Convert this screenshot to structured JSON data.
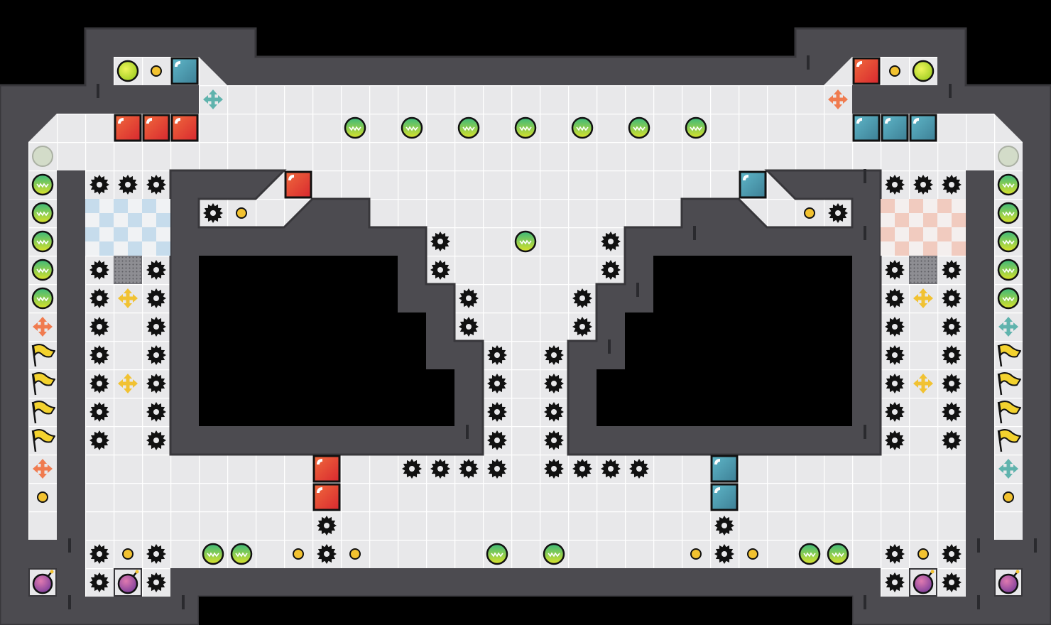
{
  "level": {
    "grid": {
      "cols": 37,
      "rows": 22
    },
    "colors": {
      "background": "#000000",
      "wall": "#4c4b50",
      "wall_edge": "#38373b",
      "floor": "#e8e8ea",
      "floor_line": "#ffffff",
      "gear": "#111111",
      "red_block": "#e7463d",
      "teal_block": "#4f9bb1",
      "coin": "#f2c230",
      "blue_checker": "#c6dcec",
      "pink_checker": "#f1cbbf"
    },
    "legend": {
      "gear": "spiked-gear-icon",
      "coin": "coin-icon",
      "orb": "green-orb-icon",
      "red": "red-block",
      "teal": "teal-block",
      "flag": "yellow-flag-icon",
      "arrow_orange": "orange-move-arrows-icon",
      "arrow_teal": "teal-move-arrows-icon",
      "arrow_yellow": "yellow-move-arrows-icon",
      "bomb": "bomb-icon",
      "switch": "switch-button-icon",
      "gray_circle": "pale-circle-icon",
      "grate": "metal-grate-icon"
    },
    "entities": [
      [
        "switch",
        4,
        2
      ],
      [
        "coin",
        5,
        2
      ],
      [
        "teal",
        6,
        2
      ],
      [
        "red",
        30,
        2
      ],
      [
        "coin",
        31,
        2
      ],
      [
        "switch",
        32,
        2
      ],
      [
        "arrow_teal",
        7,
        3
      ],
      [
        "arrow_orange",
        29,
        3
      ],
      [
        "red",
        4,
        4
      ],
      [
        "red",
        5,
        4
      ],
      [
        "red",
        6,
        4
      ],
      [
        "orb",
        12,
        4
      ],
      [
        "orb",
        14,
        4
      ],
      [
        "orb",
        16,
        4
      ],
      [
        "orb",
        18,
        4
      ],
      [
        "orb",
        20,
        4
      ],
      [
        "orb",
        22,
        4
      ],
      [
        "orb",
        24,
        4
      ],
      [
        "teal",
        30,
        4
      ],
      [
        "teal",
        31,
        4
      ],
      [
        "teal",
        32,
        4
      ],
      [
        "gray_circle",
        1,
        5
      ],
      [
        "gray_circle",
        35,
        5
      ],
      [
        "orb",
        1,
        6
      ],
      [
        "gear",
        3,
        6
      ],
      [
        "gear",
        4,
        6
      ],
      [
        "gear",
        5,
        6
      ],
      [
        "red",
        10,
        6
      ],
      [
        "teal",
        26,
        6
      ],
      [
        "gear",
        31,
        6
      ],
      [
        "gear",
        32,
        6
      ],
      [
        "gear",
        33,
        6
      ],
      [
        "orb",
        35,
        6
      ],
      [
        "orb",
        1,
        7
      ],
      [
        "gear",
        7,
        7
      ],
      [
        "coin",
        8,
        7
      ],
      [
        "coin",
        28,
        7
      ],
      [
        "gear",
        29,
        7
      ],
      [
        "orb",
        35,
        7
      ],
      [
        "orb",
        1,
        8
      ],
      [
        "gear",
        15,
        8
      ],
      [
        "orb",
        18,
        8
      ],
      [
        "gear",
        21,
        8
      ],
      [
        "orb",
        35,
        8
      ],
      [
        "orb",
        1,
        9
      ],
      [
        "gear",
        3,
        9
      ],
      [
        "grate",
        4,
        9
      ],
      [
        "gear",
        5,
        9
      ],
      [
        "gear",
        15,
        9
      ],
      [
        "gear",
        21,
        9
      ],
      [
        "gear",
        31,
        9
      ],
      [
        "grate",
        32,
        9
      ],
      [
        "gear",
        33,
        9
      ],
      [
        "orb",
        35,
        9
      ],
      [
        "orb",
        1,
        10
      ],
      [
        "gear",
        3,
        10
      ],
      [
        "arrow_yellow",
        4,
        10
      ],
      [
        "gear",
        5,
        10
      ],
      [
        "gear",
        16,
        10
      ],
      [
        "gear",
        20,
        10
      ],
      [
        "gear",
        31,
        10
      ],
      [
        "arrow_yellow",
        32,
        10
      ],
      [
        "gear",
        33,
        10
      ],
      [
        "orb",
        35,
        10
      ],
      [
        "arrow_orange",
        1,
        11
      ],
      [
        "gear",
        3,
        11
      ],
      [
        "gear",
        5,
        11
      ],
      [
        "gear",
        16,
        11
      ],
      [
        "gear",
        20,
        11
      ],
      [
        "gear",
        31,
        11
      ],
      [
        "gear",
        33,
        11
      ],
      [
        "arrow_teal",
        35,
        11
      ],
      [
        "flag",
        1,
        12
      ],
      [
        "gear",
        3,
        12
      ],
      [
        "gear",
        5,
        12
      ],
      [
        "gear",
        17,
        12
      ],
      [
        "gear",
        19,
        12
      ],
      [
        "gear",
        31,
        12
      ],
      [
        "gear",
        33,
        12
      ],
      [
        "flag",
        35,
        12
      ],
      [
        "flag",
        1,
        13
      ],
      [
        "gear",
        3,
        13
      ],
      [
        "arrow_yellow",
        4,
        13
      ],
      [
        "gear",
        5,
        13
      ],
      [
        "gear",
        17,
        13
      ],
      [
        "gear",
        19,
        13
      ],
      [
        "gear",
        31,
        13
      ],
      [
        "arrow_yellow",
        32,
        13
      ],
      [
        "gear",
        33,
        13
      ],
      [
        "flag",
        35,
        13
      ],
      [
        "flag",
        1,
        14
      ],
      [
        "gear",
        3,
        14
      ],
      [
        "gear",
        5,
        14
      ],
      [
        "gear",
        17,
        14
      ],
      [
        "gear",
        19,
        14
      ],
      [
        "gear",
        31,
        14
      ],
      [
        "gear",
        33,
        14
      ],
      [
        "flag",
        35,
        14
      ],
      [
        "flag",
        1,
        15
      ],
      [
        "gear",
        3,
        15
      ],
      [
        "gear",
        5,
        15
      ],
      [
        "gear",
        17,
        15
      ],
      [
        "gear",
        19,
        15
      ],
      [
        "gear",
        31,
        15
      ],
      [
        "gear",
        33,
        15
      ],
      [
        "flag",
        35,
        15
      ],
      [
        "arrow_orange",
        1,
        16
      ],
      [
        "red",
        11,
        16
      ],
      [
        "gear",
        14,
        16
      ],
      [
        "gear",
        15,
        16
      ],
      [
        "gear",
        16,
        16
      ],
      [
        "gear",
        17,
        16
      ],
      [
        "gear",
        19,
        16
      ],
      [
        "gear",
        20,
        16
      ],
      [
        "gear",
        21,
        16
      ],
      [
        "gear",
        22,
        16
      ],
      [
        "teal",
        25,
        16
      ],
      [
        "arrow_teal",
        35,
        16
      ],
      [
        "coin",
        1,
        17
      ],
      [
        "red",
        11,
        17
      ],
      [
        "teal",
        25,
        17
      ],
      [
        "coin",
        35,
        17
      ],
      [
        "gear",
        11,
        18
      ],
      [
        "gear",
        25,
        18
      ],
      [
        "gear",
        3,
        19
      ],
      [
        "coin",
        4,
        19
      ],
      [
        "gear",
        5,
        19
      ],
      [
        "orb",
        7,
        19
      ],
      [
        "orb",
        8,
        19
      ],
      [
        "coin",
        10,
        19
      ],
      [
        "gear",
        11,
        19
      ],
      [
        "coin",
        12,
        19
      ],
      [
        "orb",
        17,
        19
      ],
      [
        "orb",
        19,
        19
      ],
      [
        "coin",
        24,
        19
      ],
      [
        "gear",
        25,
        19
      ],
      [
        "coin",
        26,
        19
      ],
      [
        "orb",
        28,
        19
      ],
      [
        "orb",
        29,
        19
      ],
      [
        "gear",
        31,
        19
      ],
      [
        "coin",
        32,
        19
      ],
      [
        "gear",
        33,
        19
      ],
      [
        "bomb",
        1,
        20
      ],
      [
        "gear",
        3,
        20
      ],
      [
        "bomb",
        4,
        20
      ],
      [
        "gear",
        5,
        20
      ],
      [
        "gear",
        31,
        20
      ],
      [
        "bomb",
        32,
        20
      ],
      [
        "gear",
        33,
        20
      ],
      [
        "bomb",
        35,
        20
      ]
    ]
  }
}
